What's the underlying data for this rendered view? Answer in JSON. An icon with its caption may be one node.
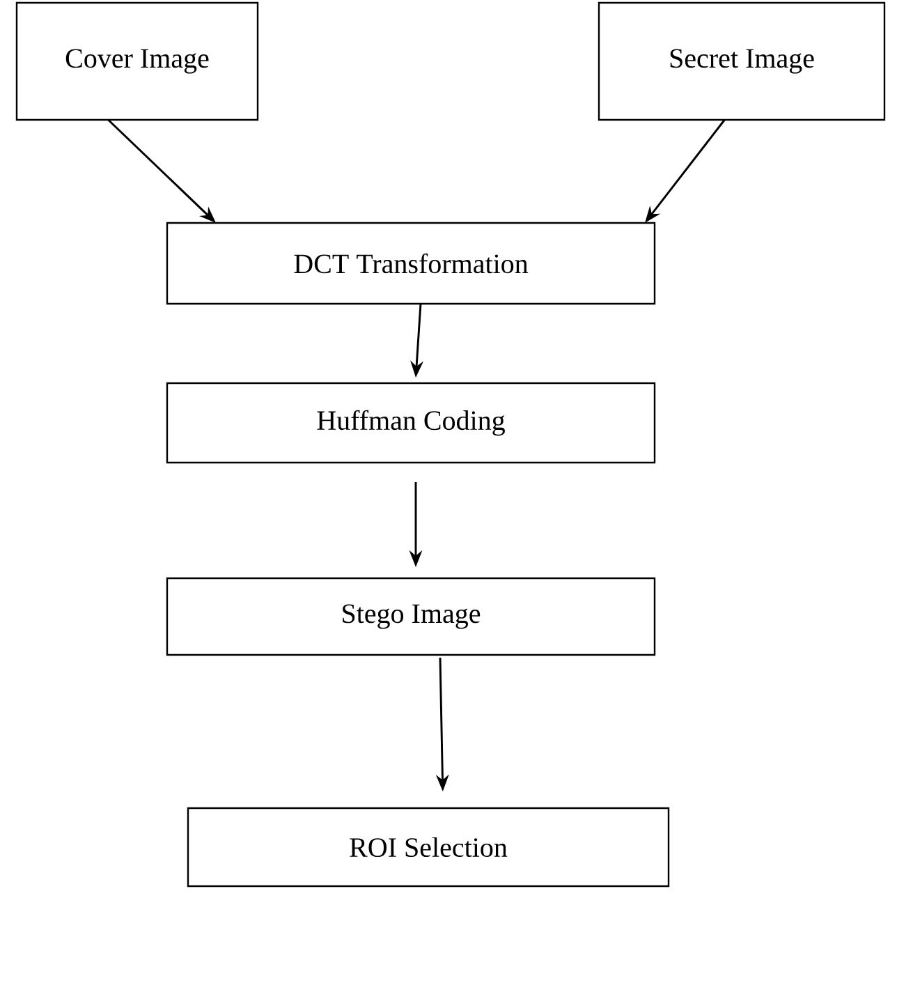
{
  "diagram": {
    "nodes": [
      {
        "text": [
          "Cover Image"
        ]
      },
      {
        "text": [
          "Secret Image"
        ]
      },
      {
        "text": [
          "DCT Transformation"
        ]
      },
      {
        "text": [
          "Huffman Coding"
        ]
      },
      {
        "text": [
          "Stego Image"
        ]
      },
      {
        "text": [
          "ROI Selection"
        ]
      }
    ],
    "edges": [
      {
        "from": 0,
        "to": 2,
        "arrow": "to"
      },
      {
        "from": 1,
        "to": 2,
        "arrow": "to"
      },
      {
        "from": 2,
        "to": 3,
        "arrow": "to"
      },
      {
        "from": 3,
        "to": 4,
        "arrow": "to"
      },
      {
        "from": 4,
        "to": 5,
        "arrow": "to"
      }
    ]
  }
}
